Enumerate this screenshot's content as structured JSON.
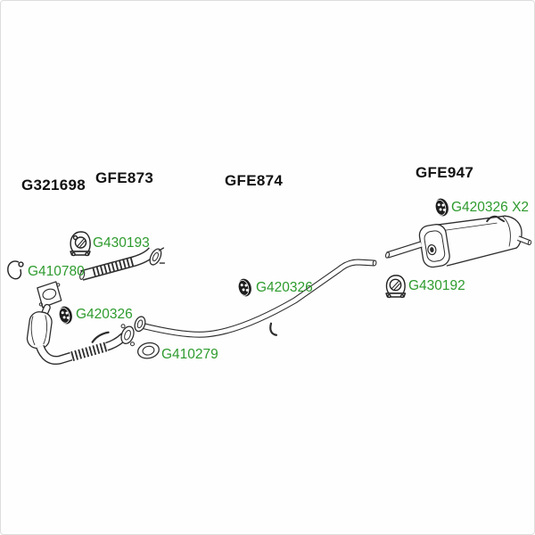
{
  "colors": {
    "background": "#fdfefd",
    "line": "#2d2d2d",
    "group_label": "#111111",
    "part_label": "#2e9b2e",
    "border": "#dddddd"
  },
  "diagram": {
    "description": "Exhaust system parts diagram",
    "group_labels": {
      "g321698": "G321698",
      "gfe873": "GFE873",
      "gfe874": "GFE874",
      "gfe947": "GFE947"
    },
    "part_labels": {
      "g430193": "G430193",
      "g410780": "G410780",
      "g420326_left": "G420326",
      "g410279": "G410279",
      "g420326_mid": "G420326",
      "g430192": "G430192",
      "g420326_x2": "G420326 X2"
    },
    "icons": {
      "g430193": "rubber-hanger-mount-icon",
      "g410780": "pipe-clamp-icon",
      "g420326_left": "rubber-grommet-icon",
      "g420326_mid": "rubber-grommet-icon",
      "g420326_x2": "rubber-grommet-icon",
      "g430192": "rubber-hanger-mount-icon",
      "g410279": "exhaust-gasket-drawing"
    }
  }
}
